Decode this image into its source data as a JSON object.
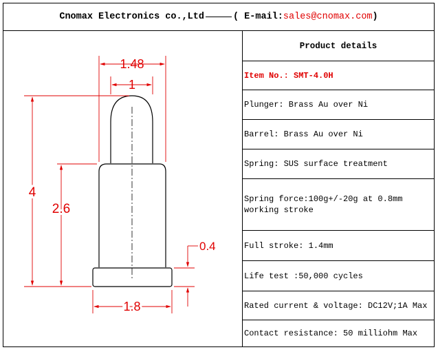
{
  "header": {
    "company": "Cnomax Electronics co.,Ltd",
    "email_open": "( E-mail: ",
    "email": "sales@cnomax.com",
    "email_close": ")"
  },
  "drawing": {
    "dims": {
      "top_width": "1.48",
      "tip_width": "1",
      "total_height": "4",
      "barrel_height": "2.6",
      "base_thickness": "0.4",
      "base_width": "1.8"
    }
  },
  "details": {
    "title": "Product details",
    "item": "Item No.:  SMT-4.0H",
    "plunger": "Plunger: Brass Au over Ni",
    "barrel": "Barrel: Brass Au over Ni",
    "spring": "Spring: SUS surface treatment",
    "spring_force": "Spring force:100g+/-20g at 0.8mm working stroke",
    "full_stroke": "Full stroke: 1.4mm",
    "life_test": "Life test :50,000 cycles",
    "rated": "Rated current & voltage: DC12V;1A Max",
    "contact": "Contact resistance: 50 milliohm Max"
  },
  "colors": {
    "dimension": "#e00000",
    "outline": "#000000"
  }
}
